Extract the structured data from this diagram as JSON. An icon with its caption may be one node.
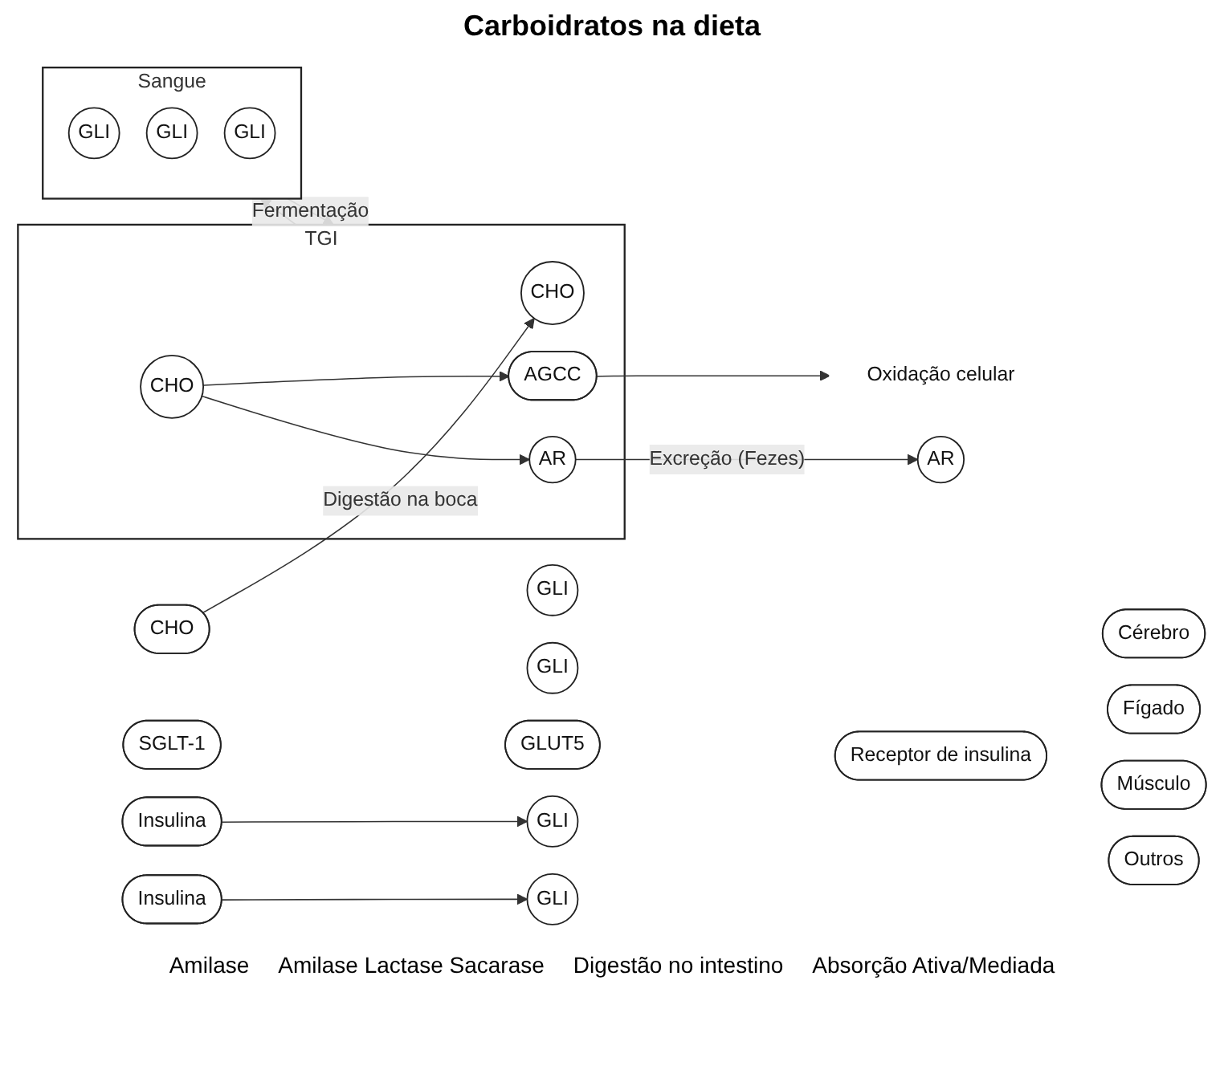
{
  "diagram": {
    "title": "Carboidratos na dieta",
    "nodes": [
      {
        "text": [
          "CHO"
        ]
      },
      {
        "text": [
          "TGI"
        ]
      },
      {
        "text": [
          "CHO"
        ],
        "in": 1
      },
      {
        "text": [
          "CHO"
        ],
        "in": 1
      },
      {
        "text": [
          "AGCC"
        ],
        "in": 1
      },
      {
        "text": [
          "AR"
        ],
        "in": 1
      },
      {
        "text": [
          "AR"
        ]
      },
      {
        "text": [
          "SGLT-1"
        ]
      },
      {
        "text": [
          "GLUT5"
        ]
      },
      {
        "text": [
          "Sangue"
        ]
      },
      {
        "text": [
          "GLI"
        ],
        "in": 9
      },
      {
        "text": [
          "GLI"
        ],
        "in": 9
      },
      {
        "text": [
          "GLI"
        ],
        "in": 9
      },
      {
        "text": [
          "Insulina"
        ]
      },
      {
        "text": [
          "Insulina"
        ]
      },
      {
        "text": [
          "GLI"
        ]
      },
      {
        "text": [
          "GLI"
        ]
      },
      {
        "text": [
          "GLI"
        ]
      },
      {
        "text": [
          "GLI"
        ]
      },
      {
        "text": [
          "Receptor de insulina"
        ]
      },
      {
        "text": [
          "Cérebro"
        ]
      },
      {
        "text": [
          "Fígado"
        ]
      },
      {
        "text": [
          "Músculo"
        ]
      },
      {
        "text": [
          "Outros"
        ]
      },
      {
        "text": [
          "Oxidação celular"
        ]
      }
    ],
    "edges": [
      {
        "from": 0,
        "to": 2,
        "arrow": "to",
        "label": "Digestão na boca"
      },
      {
        "from": 1,
        "to": 9,
        "arrow": "to"
      },
      {
        "from": 9,
        "to": 1,
        "arrow": "to",
        "label": "Fermentação"
      },
      {
        "from": 3,
        "to": 4,
        "arrow": "to"
      },
      {
        "from": 3,
        "to": 5,
        "arrow": "to"
      },
      {
        "from": 5,
        "to": 6,
        "arrow": "to",
        "label": "Excreção (Fezes)"
      },
      {
        "from": 4,
        "to": 24,
        "arrow": "to"
      },
      {
        "from": 13,
        "to": 15,
        "arrow": "to"
      },
      {
        "from": 14,
        "to": 18,
        "arrow": "to"
      }
    ],
    "labels": [
      "Amilase",
      "Amilase Lactase Sacarase",
      "Digestão no intestino",
      "Absorção Ativa/Mediada"
    ]
  }
}
